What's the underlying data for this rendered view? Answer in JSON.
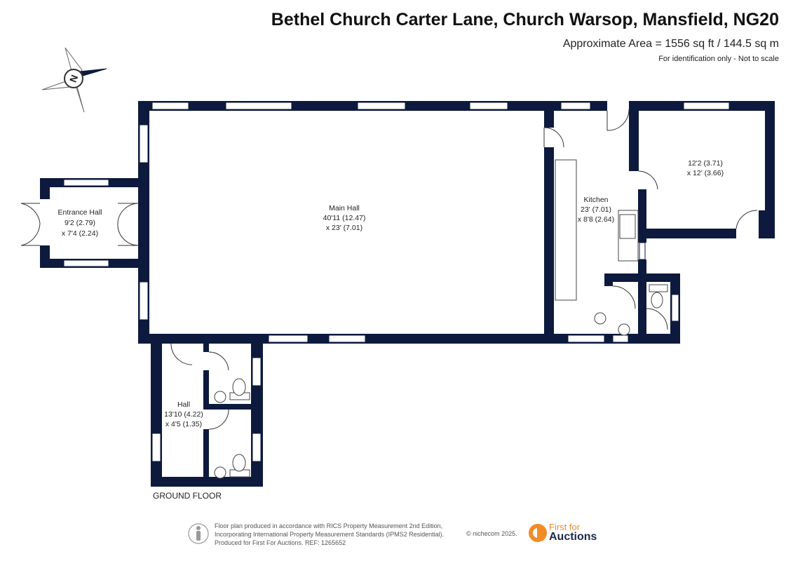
{
  "header": {
    "title": "Bethel Church Carter Lane, Church Warsop, Mansfield, NG20",
    "area": "Approximate Area = 1556 sq ft / 144.5 sq m",
    "note": "For identification only - Not to scale"
  },
  "compass": {
    "label": "N",
    "icon": "compass-icon"
  },
  "rooms": {
    "entrance_hall": {
      "name": "Entrance Hall",
      "dim1": "9'2 (2.79)",
      "dim2": "x 7'4 (2.24)"
    },
    "main_hall": {
      "name": "Main Hall",
      "dim1": "40'11 (12.47)",
      "dim2": "x 23' (7.01)"
    },
    "kitchen": {
      "name": "Kitchen",
      "dim1": "23' (7.01)",
      "dim2": "x 8'8 (2.64)"
    },
    "room_ne": {
      "dim1": "12'2 (3.71)",
      "dim2": "x 12' (3.66)"
    },
    "hall": {
      "name": "Hall",
      "dim1": "13'10 (4.22)",
      "dim2": "x 4'5 (1.35)"
    }
  },
  "floor_label": "GROUND FLOOR",
  "footer": {
    "line1": "Floor plan produced in accordance with RICS Property Measurement 2nd Edition,",
    "line2": "Incorporating International Property Measurement Standards (IPMS2 Residential).",
    "line3": "Produced for First For Auctions.   REF:  1265652",
    "copyright": "© nichecom 2025.",
    "brand_top": "First for",
    "brand_bottom": "Auctions"
  },
  "colors": {
    "wall": "#0d1a3d",
    "window": "#ffffff",
    "brand_orange": "#f28c28",
    "brand_navy": "#1b2a4a"
  }
}
